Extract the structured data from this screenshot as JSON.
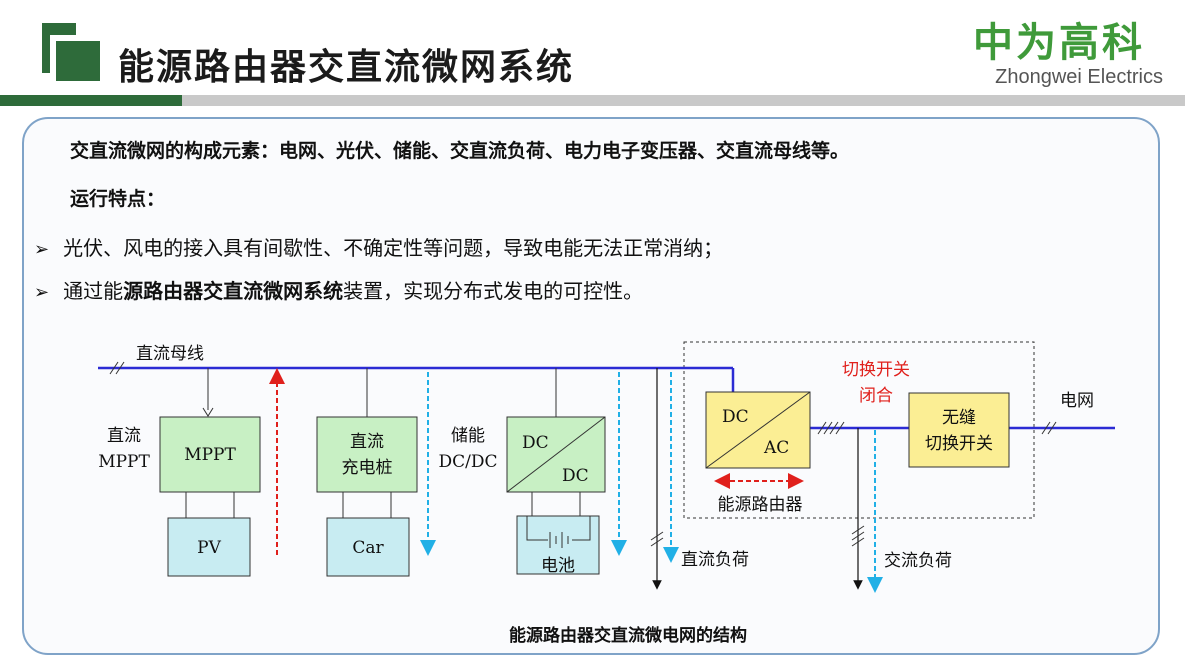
{
  "header": {
    "title": "能源路由器交直流微网系统",
    "brand_cn": "中为高科",
    "brand_en": "Zhongwei Electrics"
  },
  "content": {
    "elements": "交直流微网的构成元素：电网、光伏、储能、交直流负荷、电力电子变压器、交直流母线等。",
    "features_heading": "运行特点：",
    "bullet1": "光伏、风电的接入具有间歇性、不确定性等问题，导致电能无法正常消纳；",
    "bullet2_prefix": "通过能",
    "bullet2_bold": "源路由器交直流微网系统",
    "bullet2_suffix": "装置，实现分布式发电的可控性。"
  },
  "diagram": {
    "dc_bus_label": "直流母线",
    "mppt_side_label_1": "直流",
    "mppt_side_label_2": "MPPT",
    "mppt_box": "MPPT",
    "pv_box": "PV",
    "charger_line1": "直流",
    "charger_line2": "充电桩",
    "car_box": "Car",
    "storage_label_1": "储能",
    "storage_label_2": "DC/DC",
    "dcdc_top": "DC",
    "dcdc_bottom": "DC",
    "battery_label": "电池",
    "dcac_top": "DC",
    "dcac_bottom": "AC",
    "router_label": "能源路由器",
    "switch_label_1": "切换开关",
    "switch_label_2": "闭合",
    "seamless_line1": "无缝",
    "seamless_line2": "切换开关",
    "grid_label": "电网",
    "dc_load_label": "直流负荷",
    "ac_load_label": "交流负荷",
    "caption": "能源路由器交直流微电网的结构"
  },
  "colors": {
    "brand_green": "#3f9a3a",
    "header_dark": "#2e6b3a",
    "green_box": "#c8f0c4",
    "teal_box": "#c8ecf2",
    "yellow_box": "#fbee94",
    "bus_blue": "#2b2bd4",
    "red": "#e0201c",
    "cyan": "#21b0e6"
  }
}
